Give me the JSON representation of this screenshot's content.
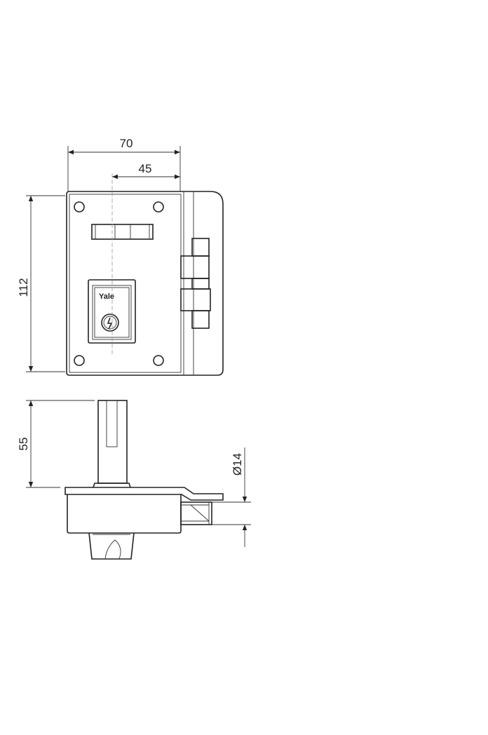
{
  "dimensions": {
    "width": "70",
    "backset": "45",
    "height": "112",
    "projection": "55",
    "bolt_diameter": "Ø14"
  },
  "logo": "Yale",
  "colors": {
    "line": "#222222",
    "background": "#ffffff"
  }
}
